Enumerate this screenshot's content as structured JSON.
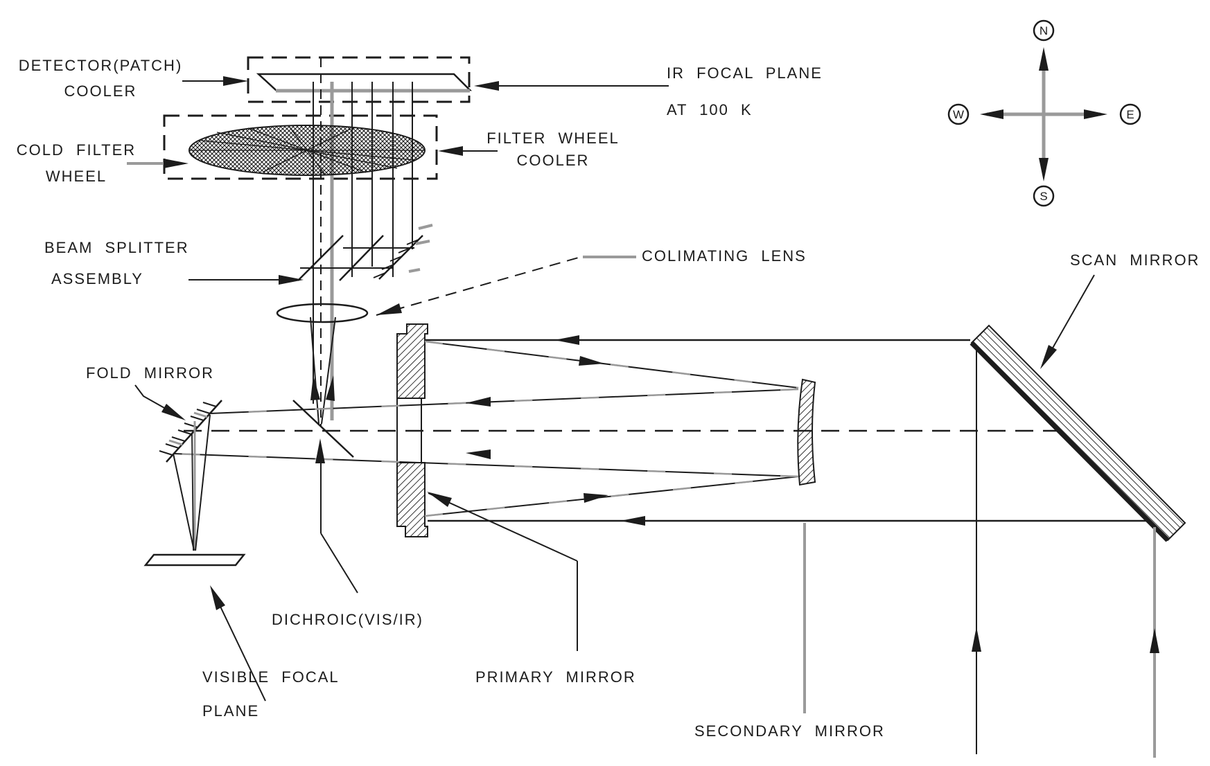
{
  "diagram": {
    "type": "optical-schematic",
    "labels": {
      "detector_cooler": {
        "line1": "DETECTOR(PATCH)",
        "line2": "COOLER"
      },
      "ir_focal_plane": {
        "line1": "IR FOCAL PLANE",
        "line2": "AT 100 K"
      },
      "filter_wheel_cooler": {
        "line1": "FILTER WHEEL",
        "line2": "COOLER"
      },
      "cold_filter_wheel": {
        "line1": "COLD FILTER",
        "line2": "WHEEL"
      },
      "beam_splitter": {
        "line1": "BEAM SPLITTER",
        "line2": "ASSEMBLY"
      },
      "collimating_lens": "COLIMATING LENS",
      "fold_mirror": "FOLD MIRROR",
      "scan_mirror": "SCAN MIRROR",
      "dichroic": "DICHROIC(VIS/IR)",
      "visible_focal_plane": {
        "line1": "VISIBLE FOCAL",
        "line2": "PLANE"
      },
      "primary_mirror": "PRIMARY MIRROR",
      "secondary_mirror": "SECONDARY MIRROR"
    },
    "compass": {
      "north": "N",
      "south": "S",
      "east": "E",
      "west": "W"
    },
    "colors": {
      "ink": "#1c1c1c",
      "gray": "#9a9a9a",
      "background": "#ffffff"
    }
  }
}
